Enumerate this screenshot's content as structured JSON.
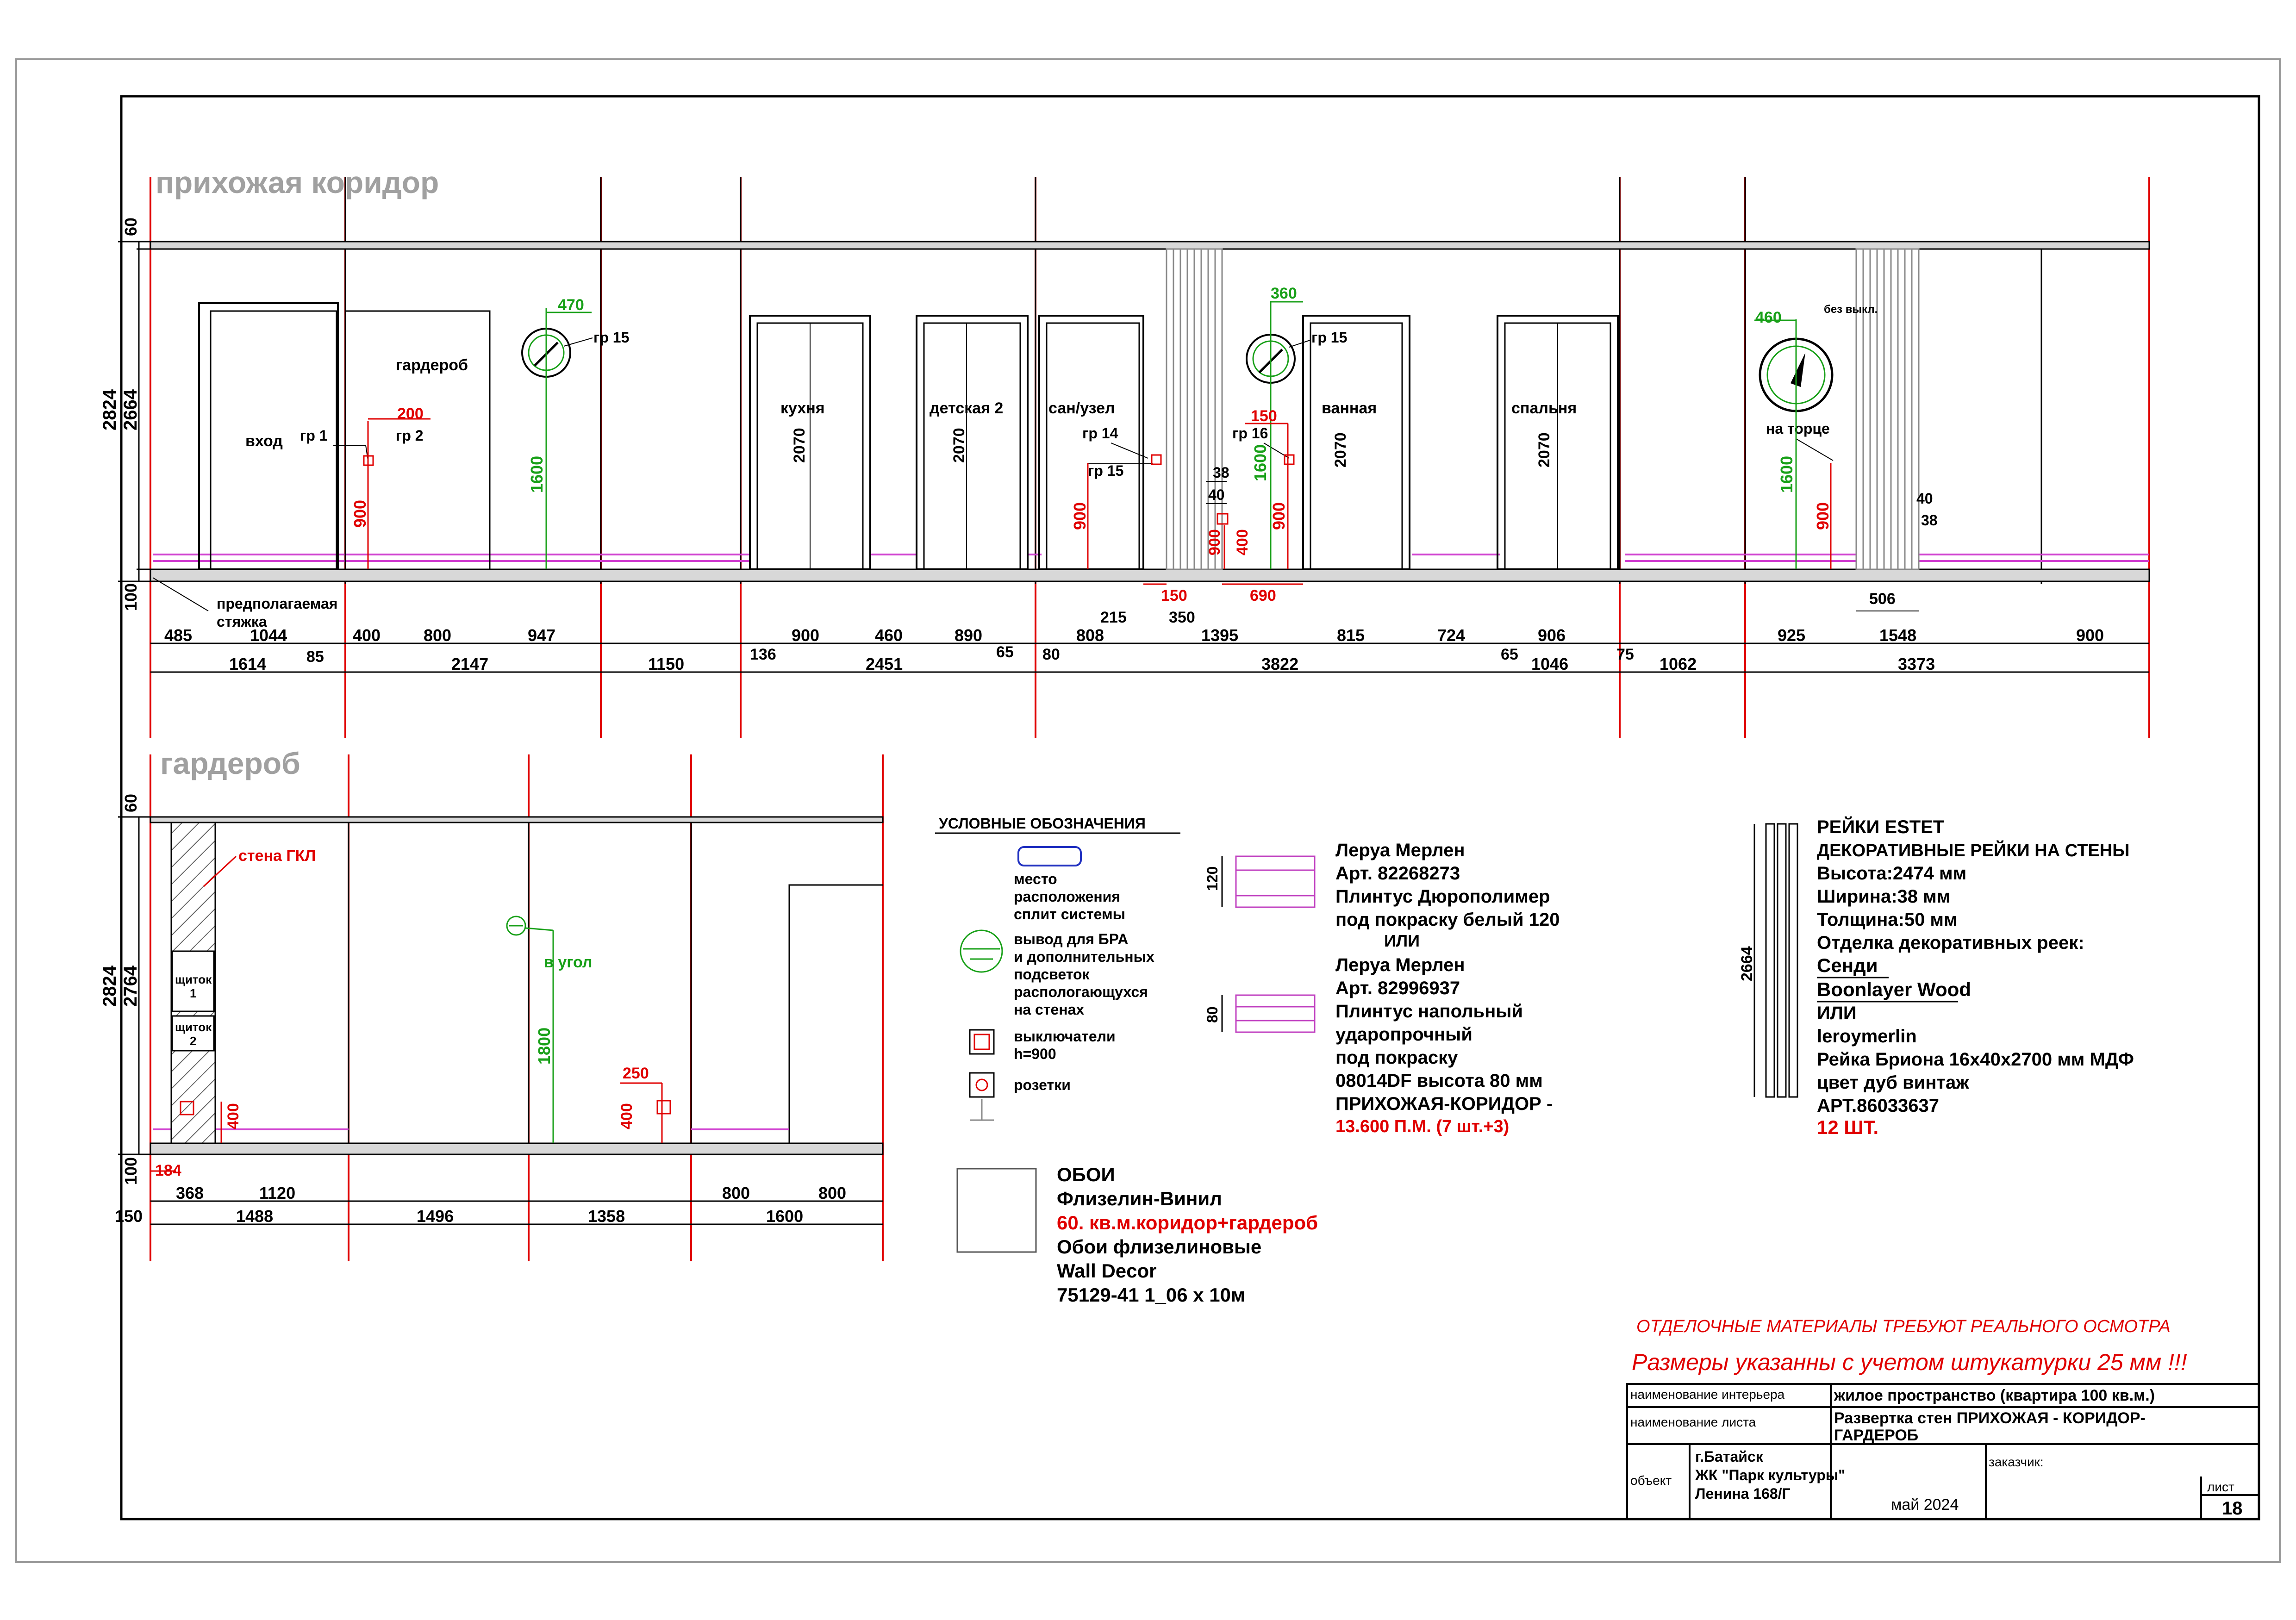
{
  "section_titles": {
    "corridor": "прихожая коридор",
    "wardrobe": "гардероб"
  },
  "corridor": {
    "height_dims": [
      "60",
      "2824",
      "2664",
      "100"
    ],
    "rooms": {
      "entrance": "вход",
      "wardrobe": "гардероб",
      "kitchen": "кухня",
      "kids2": "детская 2",
      "bathroom": "сан/узел",
      "bath": "ванная",
      "bedroom": "спальня"
    },
    "door_heights": [
      "2070",
      "2070",
      "2070",
      "2070"
    ],
    "groups": {
      "gr1": "гр 1",
      "gr2": "гр 2",
      "gr15a": "гр 15",
      "gr14": "гр 14",
      "gr15b": "гр 15",
      "gr16": "гр 16",
      "gr15c": "гр 15",
      "no_switch": "без выкл.",
      "at_end": "на торце"
    },
    "green_dims": [
      "470",
      "360",
      "460",
      "1600",
      "1600",
      "1600"
    ],
    "red_dims": [
      "200",
      "900",
      "150",
      "900",
      "900",
      "400",
      "900",
      "900",
      "150",
      "690"
    ],
    "black_dims": {
      "d38a": "38",
      "d40a": "40",
      "d40b": "40",
      "d38b": "38",
      "d215": "215",
      "d350": "350",
      "d506": "506"
    },
    "screed_note": [
      "предполагаемая",
      "стяжка"
    ],
    "dim_row1": [
      "485",
      "1044",
      "400",
      "800",
      "947",
      "900",
      "460",
      "890",
      "808",
      "1395",
      "815",
      "724",
      "906",
      "925",
      "1548",
      "900"
    ],
    "dim_row2": [
      "1614",
      "85",
      "2147",
      "1150",
      "136",
      "2451",
      "65",
      "80",
      "3822",
      "65",
      "1046",
      "75",
      "1062",
      "3373"
    ]
  },
  "wardrobe_section": {
    "height_dims": [
      "60",
      "2824",
      "2764",
      "100"
    ],
    "labels": {
      "gkl_wall": "стена ГКЛ",
      "panel1": [
        "щиток",
        "1"
      ],
      "panel2": [
        "щиток",
        "2"
      ],
      "in_corner": "в угол"
    },
    "green_dims": [
      "1800"
    ],
    "red_dims": [
      "400",
      "250",
      "400",
      "184"
    ],
    "dim_row1": [
      "368",
      "1120",
      "800",
      "800"
    ],
    "dim_row2": [
      "150",
      "1488",
      "1496",
      "1358",
      "1600"
    ]
  },
  "legend": {
    "title": "УСЛОВНЫЕ ОБОЗНАЧЕНИЯ",
    "ac": [
      "место",
      "расположения",
      "сплит системы"
    ],
    "bra": [
      "вывод для БРА",
      "и дополнительных",
      "подсветок",
      "распологающухся",
      "на стенах"
    ],
    "switches": [
      "выключатели",
      "h=900"
    ],
    "sockets": "розетки"
  },
  "plinth": {
    "dim120": "120",
    "dim80": "80",
    "lines": [
      "Леруа Мерлен",
      "Арт. 82268273",
      "Плинтус  Дюрополимер",
      "под покраску белый 120",
      "ИЛИ",
      "Леруа Мерлен",
      "Арт. 82996937",
      "Плинтус напольный",
      "ударопрочный",
      "под покраску",
      "08014DF высота 80 мм",
      "ПРИХОЖАЯ-КОРИДОР -"
    ],
    "total": "13.600 П.М. (7 шт.+3)"
  },
  "slats": {
    "dim": "2664",
    "lines": [
      "РЕЙКИ ESTET",
      "ДЕКОРАТИВНЫЕ РЕЙКИ НА СТЕНЫ",
      "Высота:2474 мм",
      "Ширина:38 мм",
      "Толщина:50 мм",
      "Отделка декоративных реек:",
      "Сенди",
      "Boonlayer Wood",
      "ИЛИ",
      "leroymerlin",
      "Рейка Бриона 16х40х2700 мм МДФ",
      "цвет дуб винтаж",
      "АРТ.86033637"
    ],
    "count": "12 ШТ."
  },
  "wallpaper": {
    "title": "ОБОИ",
    "type": "Флизелин-Винил",
    "area": "60. кв.м.коридор+гардероб",
    "lines": [
      "Обои флизелиновые",
      "Wall Decor",
      "75129-41 1_06 х 10м"
    ]
  },
  "notes": [
    "ОТДЕЛОЧНЫЕ МАТЕРИАЛЫ ТРЕБУЮТ РЕАЛЬНОГО ОСМОТРА",
    "Размеры указанны  с учетом штукатурки 25 мм !!!"
  ],
  "title_block": {
    "interior_label": "наименование интерьера",
    "interior_value": "жилое пространство (квартира 100 кв.м.)",
    "sheet_label": "наименование листа",
    "sheet_value": [
      "Развертка стен ПРИХОЖАЯ - КОРИДОР-",
      "ГАРДЕРОБ"
    ],
    "object_label": "объект",
    "object_value": [
      "г.Батайск",
      "ЖК \"Парк культуры\"",
      "Ленина 168/Г"
    ],
    "client_label": "заказчик:",
    "date": "май 2024",
    "sheet_no_label": "лист",
    "sheet_no": "18"
  },
  "colors": {
    "dimension_red": "#e00000",
    "dimension_green": "#18a018",
    "accent_pink": "#d040d0",
    "title_gray": "#a0a0a0"
  }
}
